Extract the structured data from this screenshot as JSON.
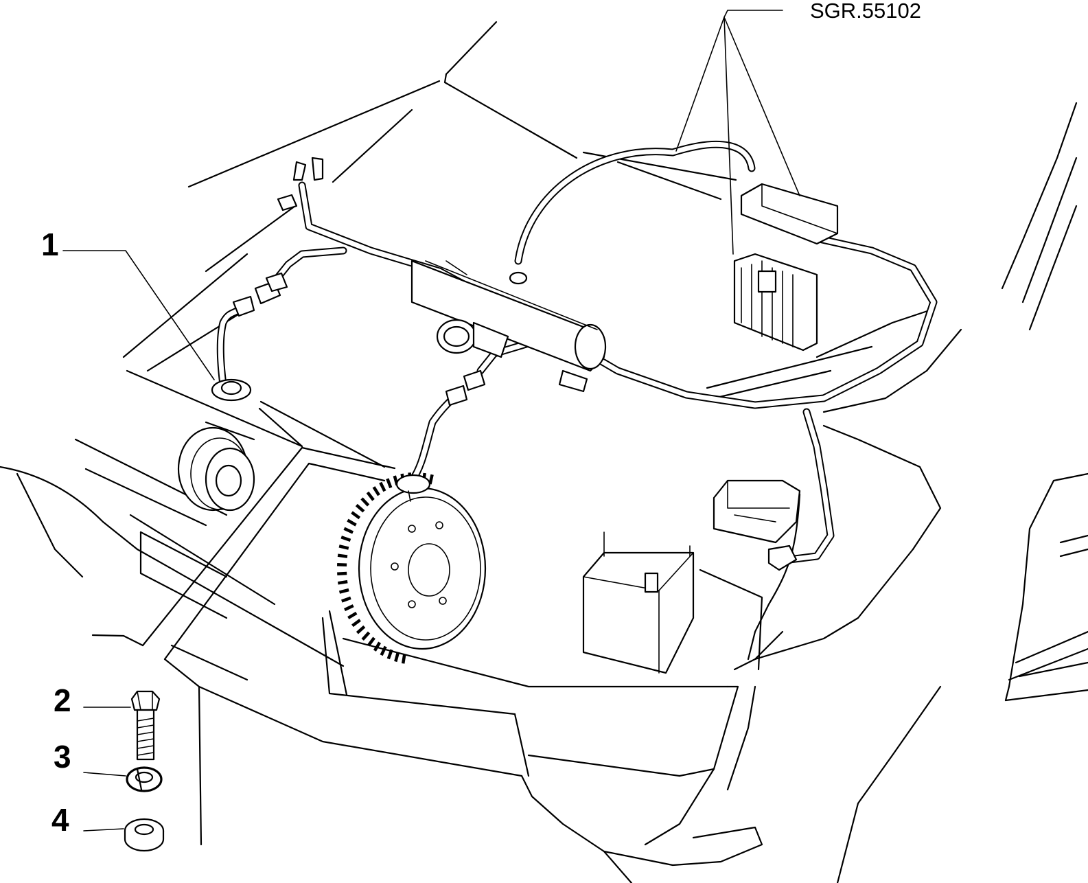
{
  "drawing": {
    "reference_code": "SGR.55102",
    "callouts": [
      {
        "number": "1"
      },
      {
        "number": "2"
      },
      {
        "number": "3"
      },
      {
        "number": "4"
      }
    ]
  }
}
